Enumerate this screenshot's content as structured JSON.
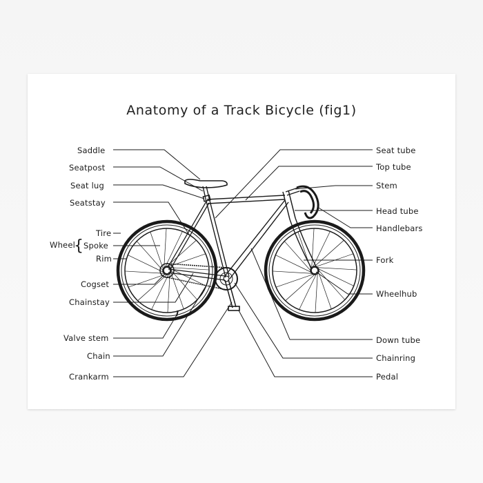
{
  "title": "Anatomy of a Track Bicycle (fig1)",
  "left_labels": {
    "saddle": "Saddle",
    "seatpost": "Seatpost",
    "seat_lug": "Seat lug",
    "seatstay": "Seatstay",
    "tire": "Tire",
    "wheel": "Wheel",
    "spoke": "Spoke",
    "rim": "Rim",
    "cogset": "Cogset",
    "chainstay": "Chainstay",
    "valve_stem": "Valve stem",
    "chain": "Chain",
    "crankarm": "Crankarm"
  },
  "right_labels": {
    "seat_tube": "Seat tube",
    "top_tube": "Top tube",
    "stem": "Stem",
    "head_tube": "Head tube",
    "handlebars": "Handlebars",
    "fork": "Fork",
    "wheelhub": "Wheelhub",
    "down_tube": "Down tube",
    "chainring": "Chainring",
    "pedal": "Pedal"
  }
}
